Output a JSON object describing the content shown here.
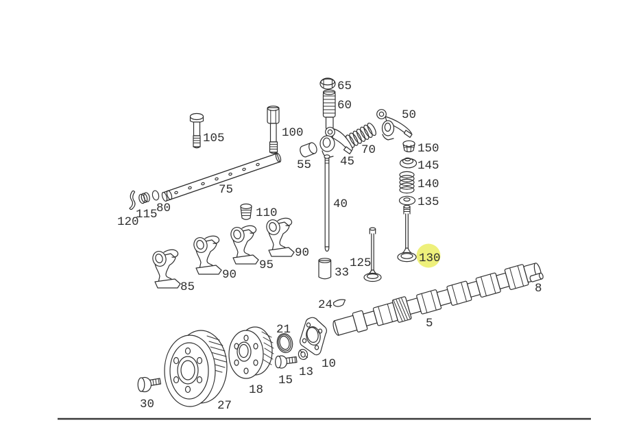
{
  "diagram": {
    "kind": "exploded-parts-diagram",
    "highlighted_label": "130",
    "colors": {
      "line": "#2e2e2e",
      "highlight": "#eef07b",
      "highlight_text": "#8f9080",
      "label_text": "#2e2e2e",
      "bottom_rule": "#3a3a3a",
      "background": "#ffffff"
    },
    "labels": {
      "l65": "65",
      "l60": "60",
      "l100": "100",
      "l105": "105",
      "l50": "50",
      "l70": "70",
      "l45": "45",
      "l55": "55",
      "l150": "150",
      "l145": "145",
      "l140": "140",
      "l135": "135",
      "l40": "40",
      "l75": "75",
      "l80": "80",
      "l115": "115",
      "l120": "120",
      "l110": "110",
      "l85": "85",
      "l90a": "90",
      "l95": "95",
      "l90b": "90",
      "l33": "33",
      "l125": "125",
      "l130": "130",
      "l8": "8",
      "l5": "5",
      "l24": "24",
      "l10": "10",
      "l21": "21",
      "l13": "13",
      "l15": "15",
      "l18": "18",
      "l27": "27",
      "l30": "30"
    }
  }
}
